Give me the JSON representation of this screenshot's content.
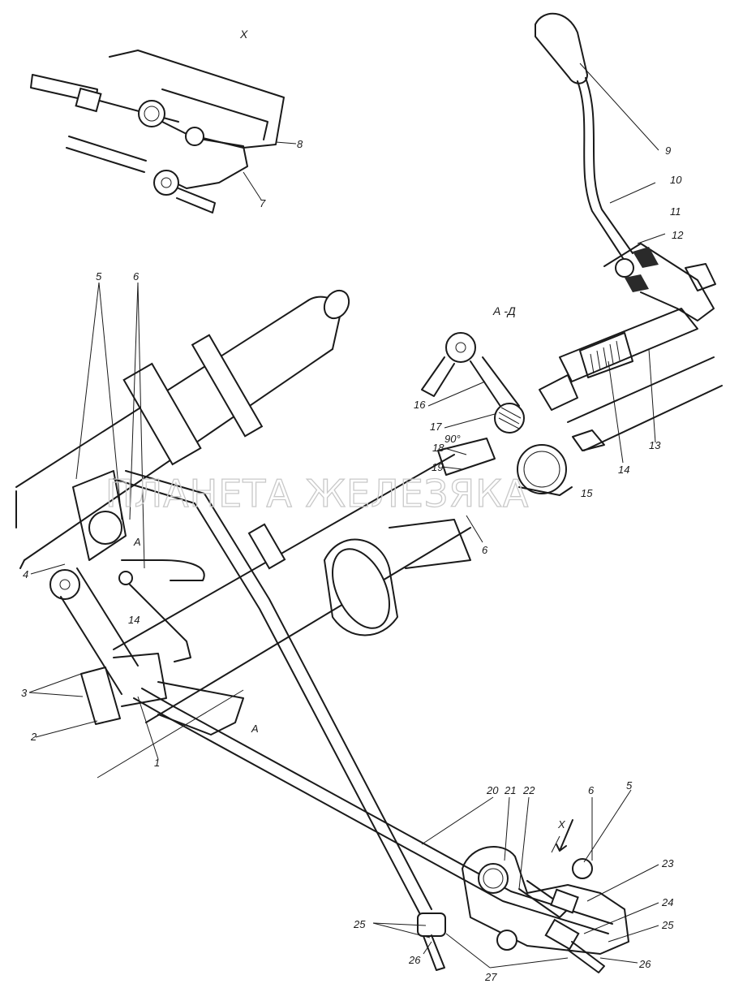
{
  "views": {
    "view_x": "Х",
    "section_ad": "А -Д",
    "section_a_top": "А",
    "section_a_bottom": "А",
    "angle": "90°",
    "arrow_x": "Х"
  },
  "callouts": [
    "1",
    "2",
    "3",
    "4",
    "5",
    "6",
    "7",
    "8",
    "9",
    "10",
    "11",
    "12",
    "13",
    "14",
    "15",
    "16",
    "17",
    "18",
    "19",
    "20",
    "21",
    "22",
    "23",
    "24",
    "25",
    "26",
    "27"
  ],
  "extra_callouts": {
    "c5_bottom": "5",
    "c6_mid": "6",
    "c6_bottom": "6",
    "c14_left": "14",
    "c25_right": "25",
    "c26_right": "26"
  },
  "watermark": "ПЛАНЕТА ЖЕЛЕЗЯКА"
}
